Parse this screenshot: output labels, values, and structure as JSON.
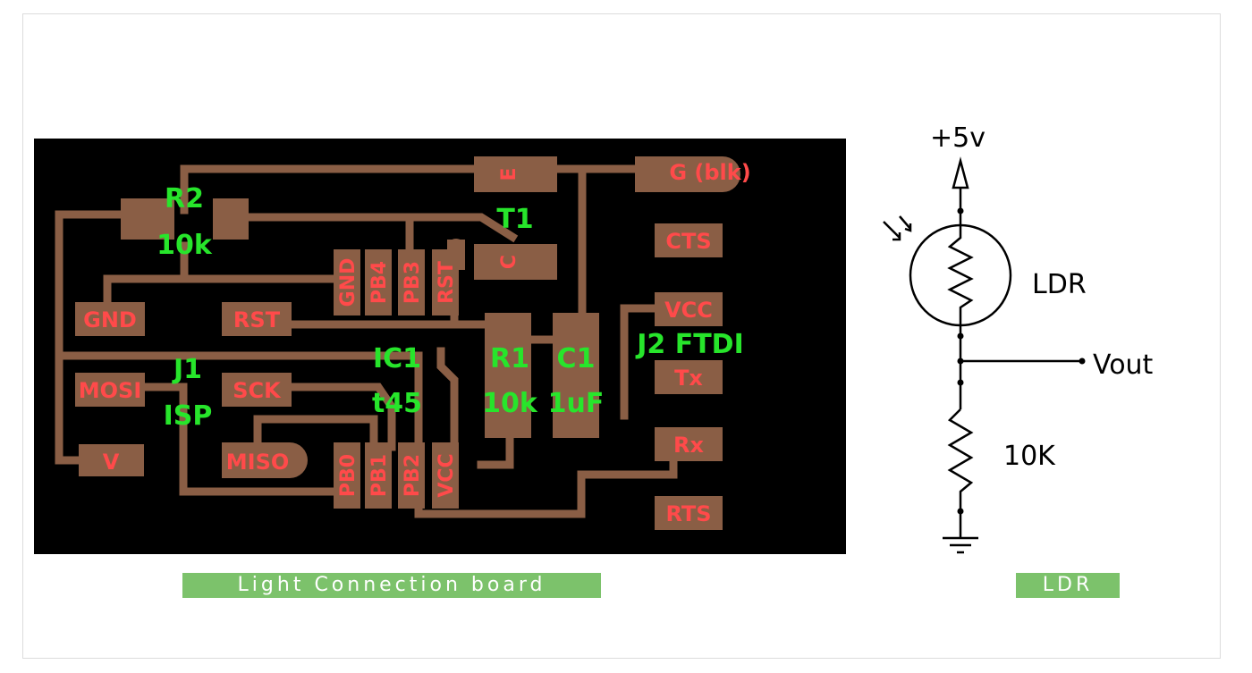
{
  "colors": {
    "board_background": "#000000",
    "trace": "#8a5e45",
    "pad_label": "#ff4a4a",
    "component_label": "#27e52b",
    "caption_background": "#7cc26b",
    "caption_text": "#ffffff"
  },
  "pcb": {
    "pads": {
      "gnd": "GND",
      "rst": "RST",
      "mosi": "MOSI",
      "sck": "SCK",
      "miso": "MISO",
      "v": "V",
      "gnd_v": "GND",
      "pb4": "PB4",
      "pb3": "PB3",
      "rst_v": "RST",
      "pb0": "PB0",
      "pb1": "PB1",
      "pb2": "PB2",
      "vcc_v": "VCC",
      "e": "E",
      "c": "C",
      "g_blk": "G (blk)",
      "cts": "CTS",
      "vcc": "VCC",
      "tx": "Tx",
      "rx": "Rx",
      "rts": "RTS"
    },
    "components": {
      "r2_ref": "R2",
      "r2_val": "10k",
      "t1_ref": "T1",
      "j1_ref": "J1",
      "j1_val": "ISP",
      "ic1_ref": "IC1",
      "ic1_val": "t45",
      "r1_ref": "R1",
      "r1_val": "10k",
      "c1_ref": "C1",
      "c1_val": "1uF",
      "j2_ref": "J2 FTDI"
    }
  },
  "ldr": {
    "supply": "+5v",
    "sensor": "LDR",
    "output": "Vout",
    "resistor": "10K"
  },
  "captions": {
    "board": "Light Connection board",
    "ldr": "LDR"
  }
}
